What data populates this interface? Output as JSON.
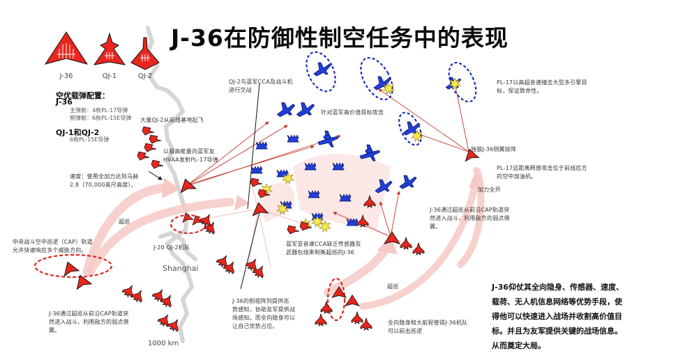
{
  "title": "J-36在防御性制空任务中的表现",
  "legend": {
    "aircraft": [
      {
        "name": "J-36",
        "color": "#e8261e"
      },
      {
        "name": "QJ-1",
        "color": "#e8261e"
      },
      {
        "name": "QJ-2",
        "color": "#e8261e"
      }
    ]
  },
  "loadout": {
    "heading": "空优载弹配置：",
    "j36": {
      "name": "J-36",
      "main_bay": "主弹舱：4枚PL-17导弹",
      "side_bay": "侧弹舱：6枚PL-15E导弹"
    },
    "qj": {
      "name": "QJ-1和QJ-2",
      "bay": "6枚PL-15E导弹"
    }
  },
  "annotations": {
    "qj2_takeoff": "大量QJ-2从前线基地起飞",
    "hvaa_strike": "以极高能量向蓝军友\nHVAA发射PL-17导弹",
    "speed": "速度：使用全加力达到马赫\n2.8（70,000英尺高度）。",
    "supercruise_left": "超巡",
    "central_cap": "中央战斗空中巡逻（CAP）轨道\n允许快速响应多个威胁方向。",
    "j20_qj2": "J-20 QJ-2机队",
    "j36_left_flank": "J-36通过超巡从前沿CAP轨道突\n然进入战斗，利用敌方的弱点侧\n翼。",
    "qj2_engage": "QJ-2与蓝军CCA及战斗机\n进行交战",
    "hvt_attack": "针对蓝军高价值目标攻击",
    "pl17_hypersonic": "PL-17以高超音速撞击大型多引擎目\n标，保证致命性。",
    "lone_wolf": "独狼J-36侧翼掠阵",
    "pl17_tanker": "PL-17远距离释放攻击位于前线后方\n的空中加油机。",
    "afterburner": "加力全开",
    "j36_right_flank": "J-36通过超巡从前沿CAP轨道突\n然进入战斗，利用敌方的弱点侧\n翼。",
    "blue_cca": "蓝军亚音速CCA缺乏传感器及\n武器包线来制衡超巡的J-36",
    "side_array": "J-36的侧视阵列提供态\n势感知，协助友军提供战\n场感知。而全向隐身可以\n让自己优势占位。",
    "supercruise_bottom": "超巡",
    "forward_patrol": "全向隐身和大航程使得J-36机队\n可以前出巡逻"
  },
  "map": {
    "city": "Shanghai",
    "scale": "1000 km"
  },
  "summary": {
    "lines": [
      "J-36仰仗其全向隐身、传感器、速度、",
      "载荷、无人机信息网络等优势手段，使",
      "得他可以快速进入战场并收割高价值目",
      "标。并且为友军提供关键的战场信息。",
      "从而奠定大局。"
    ]
  },
  "colors": {
    "red_force": "#e8261e",
    "blue_force": "#1f3fd6",
    "explosion": "#f7ea4a",
    "flow_arrow": "#f6c9c4",
    "missile_line": "#c0392b",
    "patrol_red": "#d42a22",
    "patrol_blue": "#1a2fb8"
  }
}
